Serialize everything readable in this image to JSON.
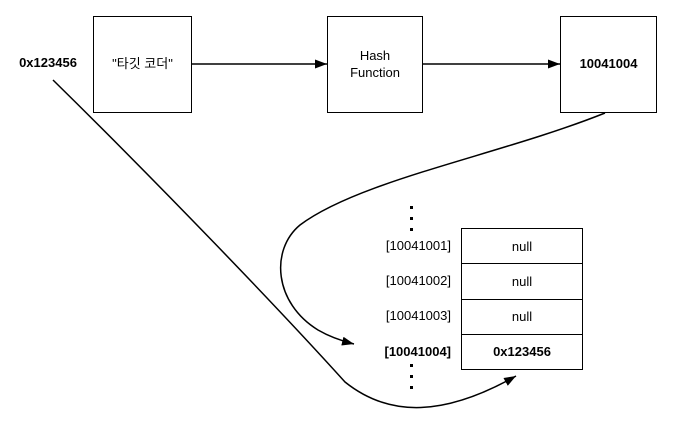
{
  "colors": {
    "background": "#ffffff",
    "stroke": "#000000",
    "text": "#000000"
  },
  "input": {
    "label": "0x123456"
  },
  "pipeline": {
    "source_box_label": "\"타깃 코더\"",
    "hash_box_line1": "Hash",
    "hash_box_line2": "Function",
    "output_box_label": "10041004"
  },
  "bucket_table": {
    "rows": [
      {
        "index": "[10041001]",
        "value": "null",
        "highlighted": false
      },
      {
        "index": "[10041002]",
        "value": "null",
        "highlighted": false
      },
      {
        "index": "[10041003]",
        "value": "null",
        "highlighted": false
      },
      {
        "index": "[10041004]",
        "value": "0x123456",
        "highlighted": true
      }
    ]
  }
}
